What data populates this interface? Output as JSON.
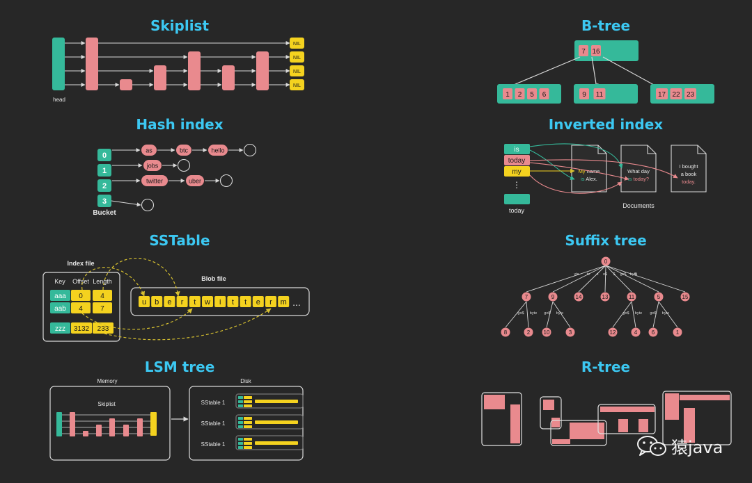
{
  "colors": {
    "teal": "#35b99a",
    "pink": "#e98a8e",
    "yellow": "#f4d21f",
    "title": "#3cc8f2",
    "line": "#d9d9d9",
    "dash": "#d6c030",
    "bg": "#272727"
  },
  "skiplist": {
    "title": "Skiplist",
    "nil": "NIL",
    "head": "head"
  },
  "hash": {
    "title": "Hash index",
    "buckets": [
      "0",
      "1",
      "2",
      "3"
    ],
    "chains": [
      [
        "as",
        "btc",
        "hello"
      ],
      [
        "jobs"
      ],
      [
        "twitter",
        "uber"
      ],
      []
    ],
    "bucket_label": "Bucket"
  },
  "sstable": {
    "title": "SSTable",
    "index_file": "Index file",
    "blob_file": "Blob file",
    "headers": [
      "Key",
      "Offset",
      "Length"
    ],
    "rows": [
      [
        "aaa",
        "0",
        "4"
      ],
      [
        "aab",
        "4",
        "7"
      ],
      [
        "zzz",
        "3132",
        "233"
      ]
    ],
    "blob": [
      "u",
      "b",
      "e",
      "r",
      "t",
      "w",
      "i",
      "t",
      "t",
      "e",
      "r",
      "m"
    ],
    "ellipsis": "..."
  },
  "lsm": {
    "title": "LSM tree",
    "memory": "Memory",
    "disk": "Disk",
    "skiplist": "Skiplist",
    "sstables": [
      "SStable 1",
      "SStable 1",
      "SStable 1"
    ]
  },
  "btree": {
    "title": "B-tree",
    "root": [
      "7",
      "16"
    ],
    "leaves": [
      [
        "1",
        "2",
        "5",
        "6"
      ],
      [
        "9",
        "11"
      ],
      [
        "17",
        "22",
        "23"
      ]
    ]
  },
  "inverted": {
    "title": "Inverted index",
    "terms": [
      "is",
      "today",
      "my"
    ],
    "vdots": "⋮",
    "last_term": "today",
    "docs": [
      {
        "lines": [
          {
            "parts": [
              {
                "t": "My ",
                "c": "yellow"
              },
              {
                "t": "name",
                "c": "white"
              }
            ]
          },
          {
            "parts": [
              {
                "t": "is ",
                "c": "teal"
              },
              {
                "t": "Alex.",
                "c": "white"
              }
            ]
          }
        ]
      },
      {
        "lines": [
          {
            "parts": [
              {
                "t": "What day",
                "c": "white"
              }
            ]
          },
          {
            "parts": [
              {
                "t": "is ",
                "c": "teal"
              },
              {
                "t": "today?",
                "c": "pink"
              }
            ]
          }
        ]
      },
      {
        "lines": [
          {
            "parts": [
              {
                "t": "I bought",
                "c": "white"
              }
            ]
          },
          {
            "parts": [
              {
                "t": "a book",
                "c": "white"
              }
            ]
          },
          {
            "parts": [
              {
                "t": "today.",
                "c": "pink"
              }
            ]
          }
        ]
      }
    ],
    "documents_label": "Documents"
  },
  "suffix": {
    "title": "Suffix tree",
    "root": "0",
    "edge_labels": [
      "yte",
      "te",
      "e",
      "o$",
      "$",
      "gc$",
      "byte",
      "$"
    ],
    "level1": [
      "7",
      "9",
      "14",
      "13",
      "11",
      "5",
      "15"
    ],
    "level2": [
      "8",
      "2",
      "10",
      "3",
      "12",
      "4",
      "6",
      "1"
    ],
    "leaf_edge_labels": [
      "go$",
      "byte",
      "go$",
      "byte",
      "go$",
      "byte",
      "go$",
      "byte"
    ]
  },
  "rtree": {
    "title": "R-tree"
  },
  "watermark": {
    "text": "猿java"
  }
}
